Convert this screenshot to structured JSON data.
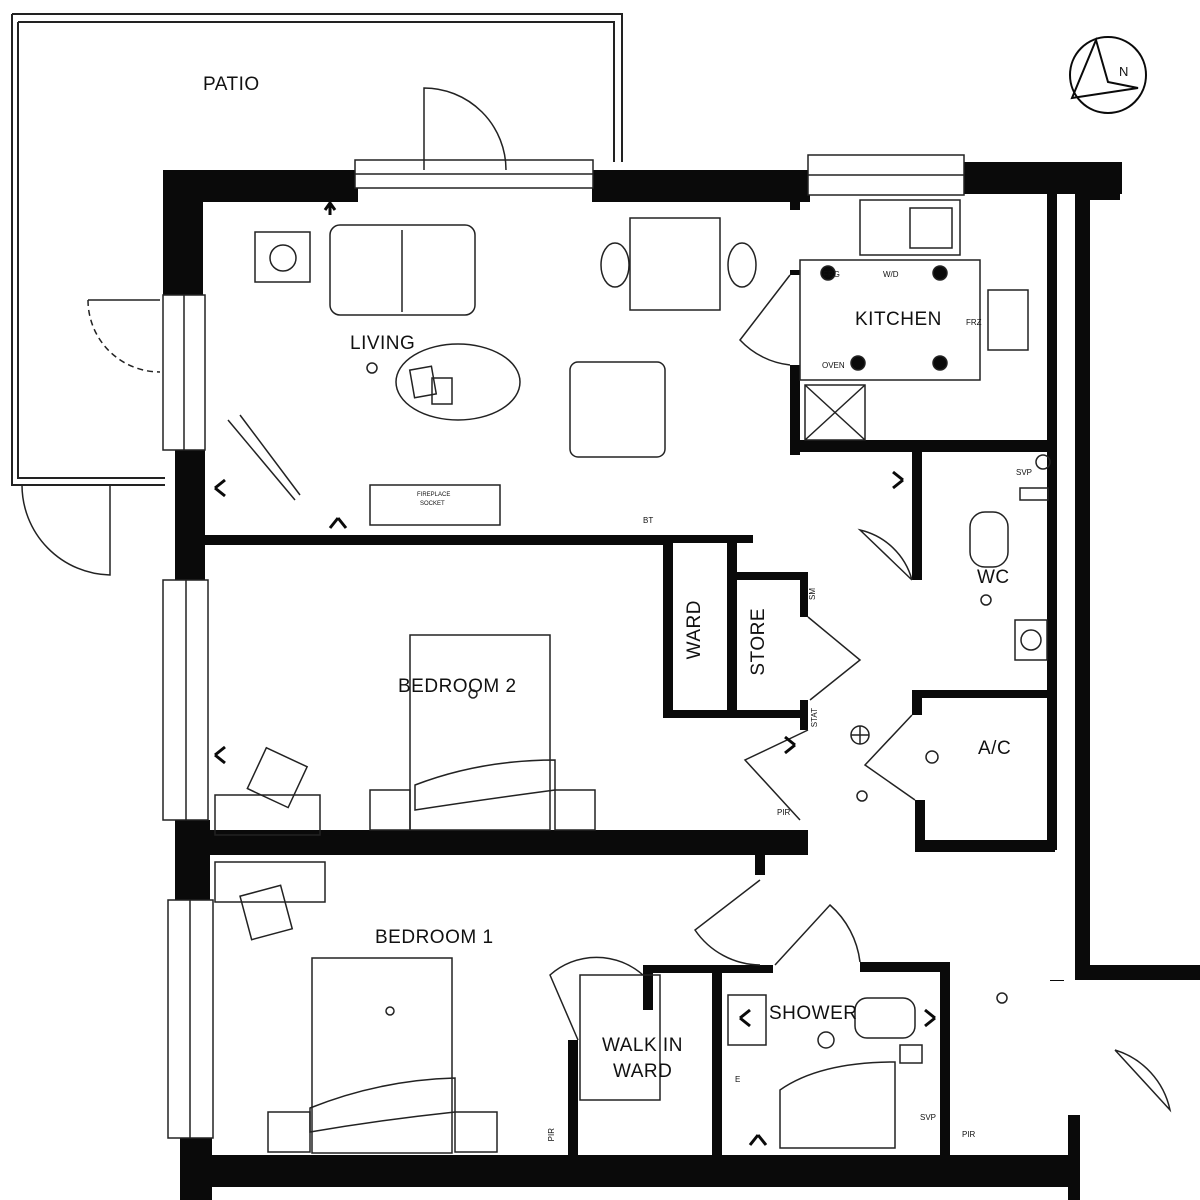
{
  "rooms": {
    "patio": "PATIO",
    "living": "LIVING",
    "kitchen": "KITCHEN",
    "wc": "WC",
    "ward": "WARD",
    "store": "STORE",
    "bedroom2": "BEDROOM 2",
    "ac": "A/C",
    "bedroom1": "BEDROOM 1",
    "walk_in_ward_line1": "WALK IN",
    "walk_in_ward_line2": "WARD",
    "shower": "SHOWER"
  },
  "appliances": {
    "frg": "FRG",
    "wd": "W/D",
    "frz": "FRZ",
    "oven": "OVEN",
    "fireplace_line1": "FIREPLACE",
    "fireplace_line2": "SOCKET",
    "svp": "SVP",
    "svp2": "SVP",
    "pir1": "PIR",
    "pir2": "PIR",
    "pir3": "PIR",
    "sm": "SM",
    "stat": "STAT",
    "bt": "BT",
    "e": "E"
  },
  "compass": {
    "label": "N"
  },
  "colors": {
    "wall": "#0a0a0a",
    "line": "#222222",
    "background": "#ffffff"
  }
}
